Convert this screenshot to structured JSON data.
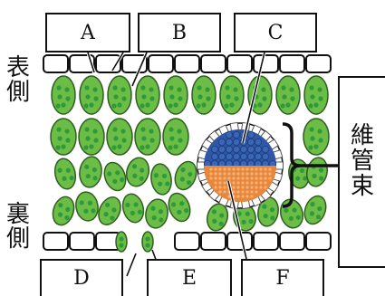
{
  "labels": {
    "a": "A",
    "b": "B",
    "c": "C",
    "d": "D",
    "e": "E",
    "f": "F"
  },
  "side_upper": [
    "表",
    "側"
  ],
  "side_lower": [
    "裏",
    "側"
  ],
  "vascular_bundle": [
    "維",
    "管",
    "束"
  ],
  "colors": {
    "cell_green": "#6cbd45",
    "cell_outline": "#2f5e22",
    "chloroplast": "#2f9a3c",
    "xylem_blue": "#3a67b5",
    "phloem_orange": "#e9863a",
    "epidermis_fill": "#ffffff",
    "outline": "#111111"
  }
}
